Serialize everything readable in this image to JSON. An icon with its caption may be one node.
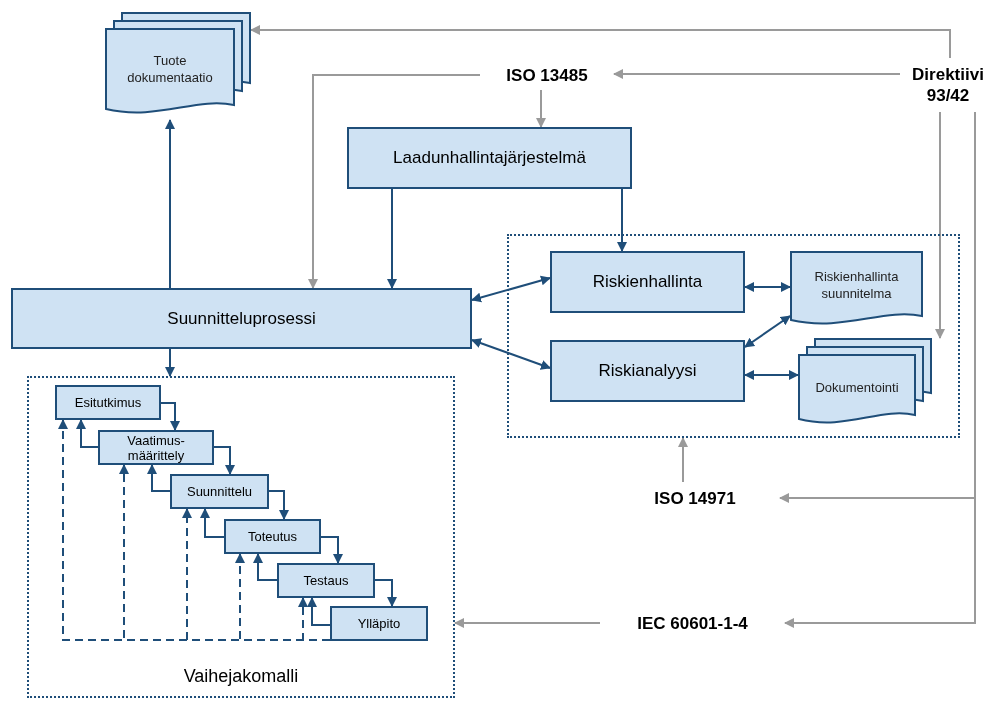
{
  "diagram": {
    "nodes": [
      {
        "text": [
          "Tuote dokumentaatio"
        ]
      },
      {
        "text": [
          "ISO 13485"
        ]
      },
      {
        "text": [
          "Direktiivi 93/42"
        ]
      },
      {
        "text": [
          "Laadunhallintajärjestelmä"
        ]
      },
      {
        "text": [
          "Suunnitteluprosessi"
        ]
      },
      {
        "text": [],
        "shape": "box"
      },
      {
        "text": [
          "Riskienhallinta"
        ],
        "in": 5
      },
      {
        "text": [
          "Riskienhallinta suunnitelma"
        ],
        "in": 5
      },
      {
        "text": [
          "Riskianalyysi"
        ],
        "in": 5
      },
      {
        "text": [
          "Dokumentointi"
        ],
        "in": 5
      },
      {
        "text": [
          "Vaihejakomalli"
        ]
      },
      {
        "text": [
          "Esitutkimus"
        ],
        "in": 10
      },
      {
        "text": [
          "Vaatimus-määrittely"
        ],
        "in": 10
      },
      {
        "text": [
          "Suunnittelu"
        ],
        "in": 10
      },
      {
        "text": [
          "Toteutus"
        ],
        "in": 10
      },
      {
        "text": [
          "Testaus"
        ],
        "in": 10
      },
      {
        "text": [
          "Ylläpito"
        ],
        "in": 10
      },
      {
        "text": [
          "ISO 14971"
        ]
      },
      {
        "text": [
          "IEC 60601-1-4"
        ]
      }
    ],
    "edges": [
      {
        "from": 2,
        "to": 0,
        "arrow": "to",
        "color": "#9a9a9a"
      },
      {
        "from": 2,
        "to": 1,
        "arrow": "to",
        "color": "#9a9a9a"
      },
      {
        "from": 1,
        "to": 3,
        "arrow": "to",
        "color": "#9a9a9a"
      },
      {
        "from": 1,
        "to": 4,
        "arrow": "to",
        "color": "#9a9a9a"
      },
      {
        "from": 3,
        "to": 4,
        "arrow": "to"
      },
      {
        "from": 3,
        "to": 6,
        "arrow": "to"
      },
      {
        "from": 4,
        "to": 0,
        "arrow": "to"
      },
      {
        "from": 4,
        "to": 6,
        "arrow": "both"
      },
      {
        "from": 4,
        "to": 8,
        "arrow": "both"
      },
      {
        "from": 6,
        "to": 7,
        "arrow": "both"
      },
      {
        "from": 8,
        "to": 7,
        "arrow": "both"
      },
      {
        "from": 8,
        "to": 9,
        "arrow": "both"
      },
      {
        "from": 2,
        "to": 9,
        "arrow": "to",
        "color": "#9a9a9a"
      },
      {
        "from": 2,
        "to": 17,
        "arrow": "to",
        "color": "#9a9a9a"
      },
      {
        "from": 2,
        "to": 18,
        "arrow": "to",
        "color": "#9a9a9a"
      },
      {
        "from": 17,
        "to": 5,
        "arrow": "to",
        "color": "#9a9a9a"
      },
      {
        "from": 18,
        "to": 10,
        "arrow": "to",
        "color": "#9a9a9a"
      },
      {
        "from": 4,
        "to": 10,
        "arrow": "to"
      },
      {
        "from": 11,
        "to": 12,
        "arrow": "to"
      },
      {
        "from": 12,
        "to": 13,
        "arrow": "to"
      },
      {
        "from": 13,
        "to": 14,
        "arrow": "to"
      },
      {
        "from": 14,
        "to": 15,
        "arrow": "to"
      },
      {
        "from": 15,
        "to": 16,
        "arrow": "to"
      },
      {
        "from": 12,
        "to": 11,
        "arrow": "to"
      },
      {
        "from": 13,
        "to": 12,
        "arrow": "to"
      },
      {
        "from": 14,
        "to": 13,
        "arrow": "to"
      },
      {
        "from": 15,
        "to": 14,
        "arrow": "to"
      },
      {
        "from": 16,
        "to": 15,
        "arrow": "to"
      },
      {
        "from": 16,
        "to": 11,
        "arrow": "to",
        "style": "dashed"
      },
      {
        "from": 16,
        "to": 12,
        "arrow": "to",
        "style": "dashed"
      },
      {
        "from": 16,
        "to": 13,
        "arrow": "to",
        "style": "dashed"
      },
      {
        "from": 16,
        "to": 14,
        "arrow": "to",
        "style": "dashed"
      },
      {
        "from": 16,
        "to": 15,
        "arrow": "to",
        "style": "dashed"
      }
    ]
  }
}
